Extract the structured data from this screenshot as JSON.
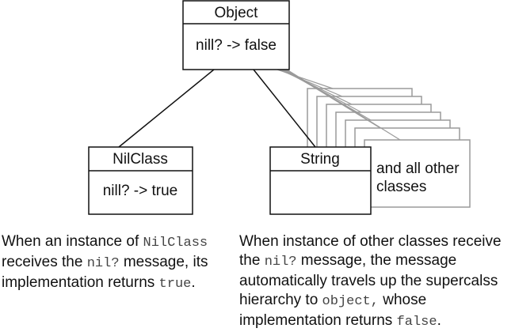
{
  "object_class": {
    "name": "Object",
    "method": "nill? -> false"
  },
  "nilclass_class": {
    "name": "NilClass",
    "method": "nill? -> true"
  },
  "string_class": {
    "name": "String"
  },
  "other_classes": {
    "line1": "and all other",
    "line2": "classes"
  },
  "caption_left": {
    "l1a": "When an instance of ",
    "l1code": "NilClass",
    "l2a": "receives the ",
    "l2code": "nil?",
    "l2b": " message, its",
    "l3a": "implementation returns ",
    "l3code": "true",
    "l3b": "."
  },
  "caption_right": {
    "l1": "When instance of other classes receive",
    "l2a": "the ",
    "l2code": "nil?",
    "l2b": " message, the message",
    "l3": "automatically travels up the supercalss",
    "l4a": "hierarchy to ",
    "l4code": "object,",
    "l4b": " whose",
    "l5a": "implementation returns ",
    "l5code": "false",
    "l5b": "."
  }
}
